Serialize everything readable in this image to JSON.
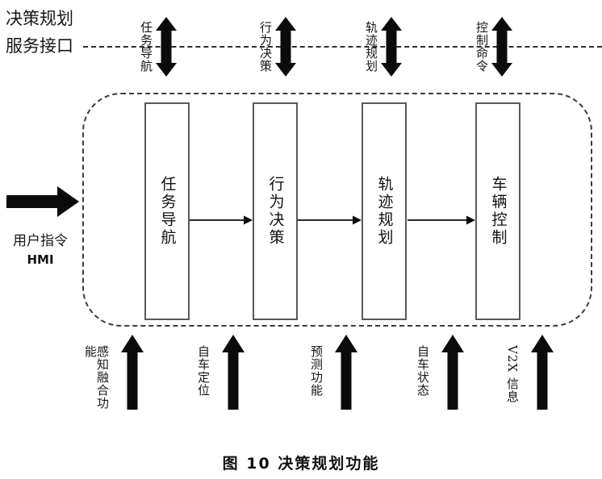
{
  "header": {
    "line1": "决策规划",
    "line2": "服务接口"
  },
  "top_interfaces": [
    {
      "label": "任务导航"
    },
    {
      "label": "行为决策"
    },
    {
      "label": "轨迹规划"
    },
    {
      "label": "控制命令"
    }
  ],
  "pipeline": [
    {
      "label": "任务导航"
    },
    {
      "label": "行为决策"
    },
    {
      "label": "轨迹规划"
    },
    {
      "label": "车辆控制"
    }
  ],
  "left_input": {
    "line1": "用户指令",
    "line2": "HMI"
  },
  "bottom_inputs": [
    {
      "label": "感知融合功能"
    },
    {
      "label": "自车定位"
    },
    {
      "label": "预测功能"
    },
    {
      "label": "自车状态"
    },
    {
      "label": "V2X 信息"
    }
  ],
  "caption": "图 10 决策规划功能",
  "colors": {
    "arrow": "#0b0b0b",
    "dashed_line": "#2e2e2e",
    "box_border": "#5a5a5a",
    "text": "#171717",
    "background": "#ffffff"
  }
}
